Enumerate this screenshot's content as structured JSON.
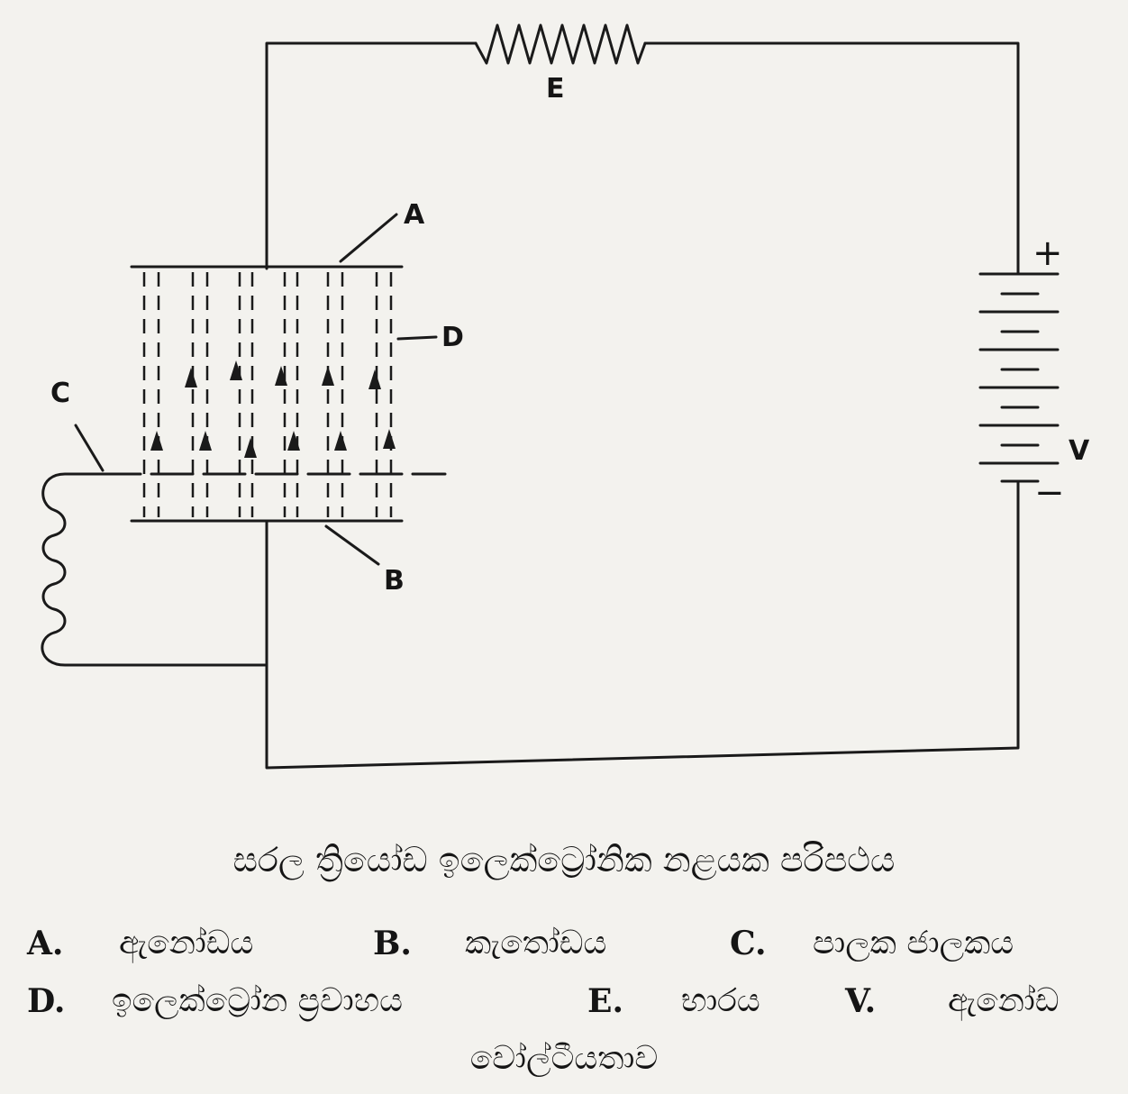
{
  "diagram": {
    "labels": {
      "A": "A",
      "B": "B",
      "C": "C",
      "D": "D",
      "E": "E",
      "V": "V",
      "plus": "+",
      "minus": "−"
    }
  },
  "caption": "සරල ත්‍රියෝඩ ඉලෙක්ට්‍රෝනික නළයක පරිපථය",
  "legend": {
    "row1": [
      {
        "key": "A.",
        "text": "ඇනෝඩය"
      },
      {
        "key": "B.",
        "text": "කැතෝඩය"
      },
      {
        "key": "C.",
        "text": "පාලක ජාලකය"
      }
    ],
    "row2": [
      {
        "key": "D.",
        "text": "ඉලෙක්ට්‍රෝන ප්‍රවාහය"
      },
      {
        "key": "E.",
        "text": "භාරය"
      },
      {
        "key": "V.",
        "text": "ඇනෝඩ"
      }
    ],
    "row3": "වෝල්ටීයතාව"
  }
}
